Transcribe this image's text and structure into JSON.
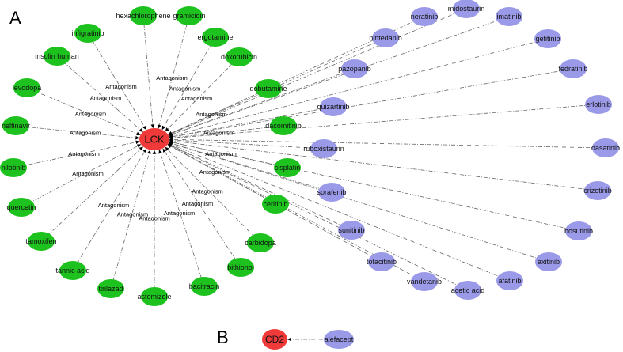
{
  "panels": {
    "a": "A",
    "b": "B"
  },
  "colors": {
    "hub": "#f03a3a",
    "green": "#1ec21e",
    "purple": "#9a9ae8",
    "edge": "#666666",
    "text": "#111111"
  },
  "hub": "LCK",
  "edge_label": "Antagonism",
  "green_nodes": [
    "hexachlorophene",
    "gramicidin",
    "ergotamine",
    "doxorubicin",
    "dobutamine",
    "dacomitinib",
    "cisplatin",
    "ceritinib",
    "carbidopa",
    "bithionol",
    "bacitracin",
    "astemizole",
    "tirilazad",
    "tannic acid",
    "tamoxifen",
    "quercetin",
    "nilotinib",
    "nelfinavir",
    "levodopa",
    "insulin human",
    "infigratinib"
  ],
  "green_labelled": [
    "gramicidin",
    "ergotamine",
    "doxorubicin",
    "dobutamine",
    "dacomitinib",
    "cisplatin",
    "ceritinib",
    "carbidopa",
    "bithionol",
    "bacitracin",
    "astemizole",
    "tirilazad",
    "tannic acid",
    "quercetin",
    "nilotinib",
    "nelfinavir",
    "levodopa",
    "insulin human",
    "infigratinib"
  ],
  "purple_nodes": [
    "neratinib",
    "midostaurin",
    "imatinib",
    "gefitinib",
    "fedratinib",
    "erlotinib",
    "dasatinib",
    "crizotinib",
    "bosutinib",
    "axitinib",
    "afatinib",
    "acetic acid",
    "vandetanib",
    "tofacitinib",
    "sunitinib",
    "sorafenib",
    "ruboxistaurin",
    "quizartinib",
    "pazopanib",
    "nintedanib"
  ],
  "hub_b": "CD2",
  "purple_b": "alefacept"
}
